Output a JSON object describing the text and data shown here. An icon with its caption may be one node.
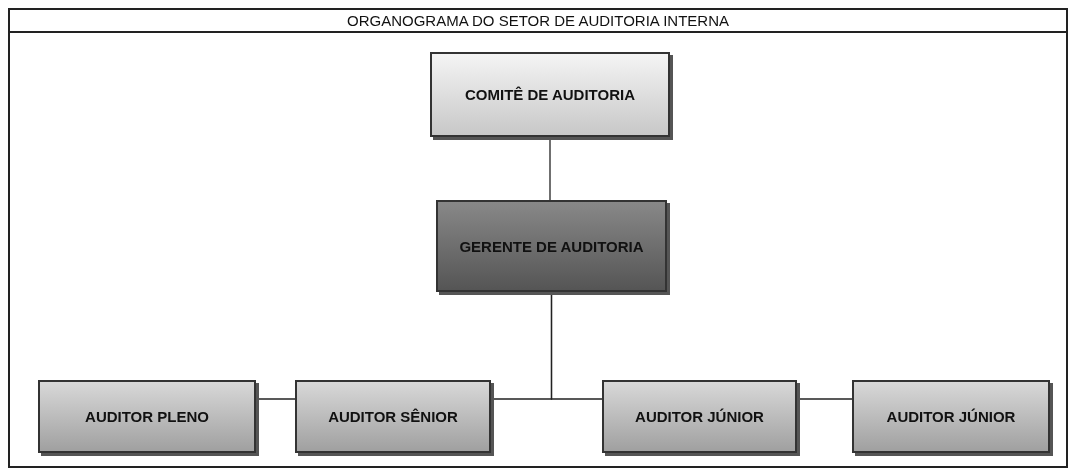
{
  "diagram": {
    "title": "ORGANOGRAMA DO SETOR DE AUDITORIA INTERNA",
    "nodes": [
      {
        "text": [
          "COMITÊ DE AUDITORIA"
        ]
      },
      {
        "text": [
          "GERENTE DE AUDITORIA"
        ]
      },
      {
        "text": [
          "AUDITOR PLENO"
        ]
      },
      {
        "text": [
          "AUDITOR SÊNIOR"
        ]
      },
      {
        "text": [
          "AUDITOR JÚNIOR"
        ]
      },
      {
        "text": [
          "AUDITOR JÚNIOR"
        ]
      }
    ],
    "edges": [
      {
        "from": 0,
        "to": 1,
        "arrow": "none"
      },
      {
        "from": 1,
        "to": 3,
        "arrow": "none"
      },
      {
        "from": 1,
        "to": 4,
        "arrow": "none"
      },
      {
        "from": 2,
        "to": 3,
        "arrow": "none"
      },
      {
        "from": 4,
        "to": 5,
        "arrow": "none"
      }
    ]
  }
}
